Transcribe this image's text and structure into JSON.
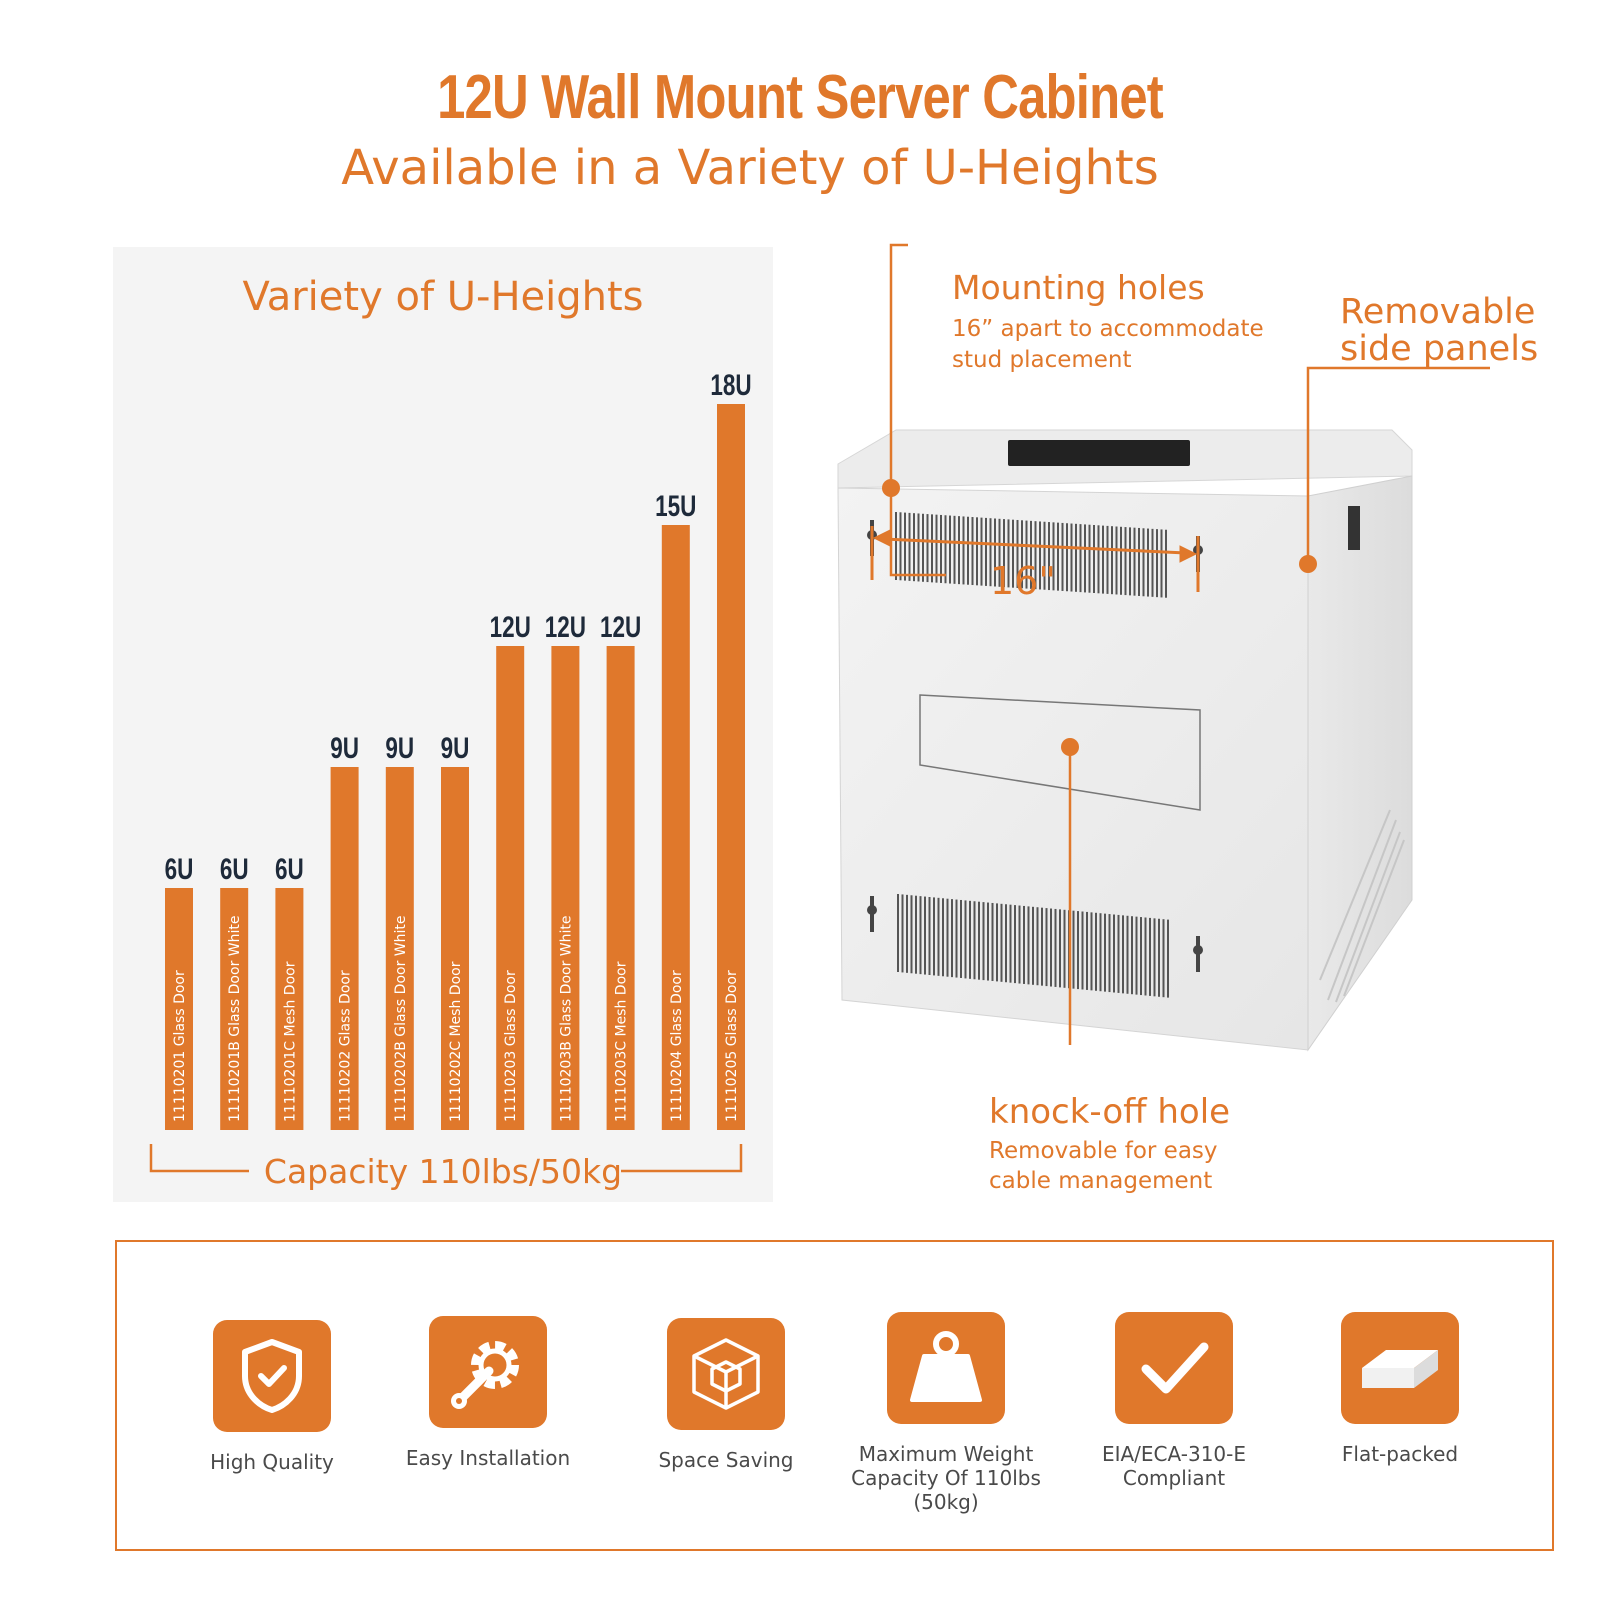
{
  "header": {
    "title": "12U Wall Mount Server Cabinet",
    "subtitle": "Available in a Variety of U-Heights"
  },
  "chart_data": {
    "type": "bar",
    "title": "Variety of U-Heights",
    "categories": [
      "11110201 Glass Door",
      "11110201B Glass Door White",
      "11110201C Mesh Door",
      "11110202 Glass Door",
      "11110202B Glass Door White",
      "11110202C Mesh Door",
      "11110203 Glass Door",
      "11110203B Glass Door White",
      "11110203C Mesh Door",
      "11110204 Glass Door",
      "11110205 Glass Door"
    ],
    "values": [
      6,
      6,
      6,
      9,
      9,
      9,
      12,
      12,
      12,
      15,
      18
    ],
    "value_labels": [
      "6U",
      "6U",
      "6U",
      "9U",
      "9U",
      "9U",
      "12U",
      "12U",
      "12U",
      "15U",
      "18U"
    ],
    "xlabel": "Capacity 110lbs/50kg",
    "ylabel": "",
    "ylim": [
      0,
      18
    ],
    "grid": false,
    "colors": {
      "bar": "#e0782b",
      "value_label": "#1e2a3a",
      "bar_text": "#ffffff"
    }
  },
  "cabinet": {
    "mounting_title": "Mounting holes",
    "mounting_desc_line1": "16” apart to accommodate",
    "mounting_desc_line2": "stud placement",
    "side_title_line1": "Removable",
    "side_title_line2": "side panels",
    "dimension_label": "16\"",
    "knock_title": "knock-off hole",
    "knock_desc_line1": "Removable for easy",
    "knock_desc_line2": "cable management"
  },
  "features": [
    {
      "icon": "shield-check-icon",
      "label_line1": "High Quality",
      "label_line2": ""
    },
    {
      "icon": "gear-wrench-icon",
      "label_line1": "Easy Installation",
      "label_line2": ""
    },
    {
      "icon": "cube-icon",
      "label_line1": "Space Saving",
      "label_line2": ""
    },
    {
      "icon": "weight-icon",
      "label_line1": "Maximum Weight",
      "label_line2": "Capacity Of 110lbs (50kg)"
    },
    {
      "icon": "checkmark-icon",
      "label_line1": "EIA/ECA-310-E",
      "label_line2": "Compliant"
    },
    {
      "icon": "flat-box-icon",
      "label_line1": "Flat-packed",
      "label_line2": ""
    }
  ],
  "theme": {
    "accent": "#e0782b",
    "panel_bg": "#f4f4f4",
    "label_dark": "#1e2a3a",
    "text_gray": "#4a4a4a"
  }
}
